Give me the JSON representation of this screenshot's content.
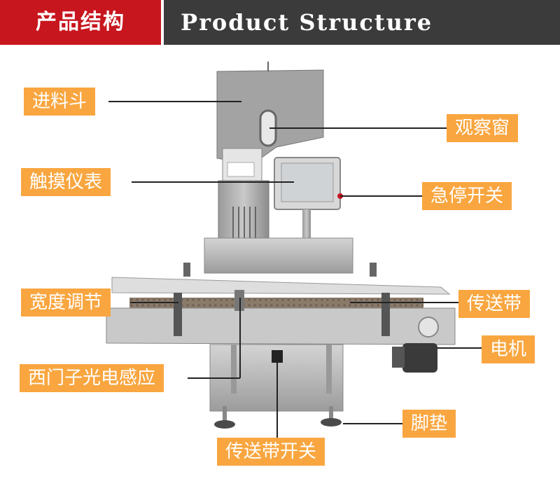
{
  "header": {
    "title_cn": "产品结构",
    "title_en": "Product Structure"
  },
  "labels": {
    "hopper": "进料斗",
    "observation_window": "观察窗",
    "touch_meter": "触摸仪表",
    "emergency_stop": "急停开关",
    "width_adjust": "宽度调节",
    "conveyor_belt": "传送带",
    "motor": "电机",
    "siemens_sensor": "西门子光电感应",
    "foot_pad": "脚垫",
    "conveyor_switch": "传送带开关"
  },
  "colors": {
    "header_red": "#c8161e",
    "header_dark": "#3b3b3b",
    "label_orange": "#f9a640"
  }
}
